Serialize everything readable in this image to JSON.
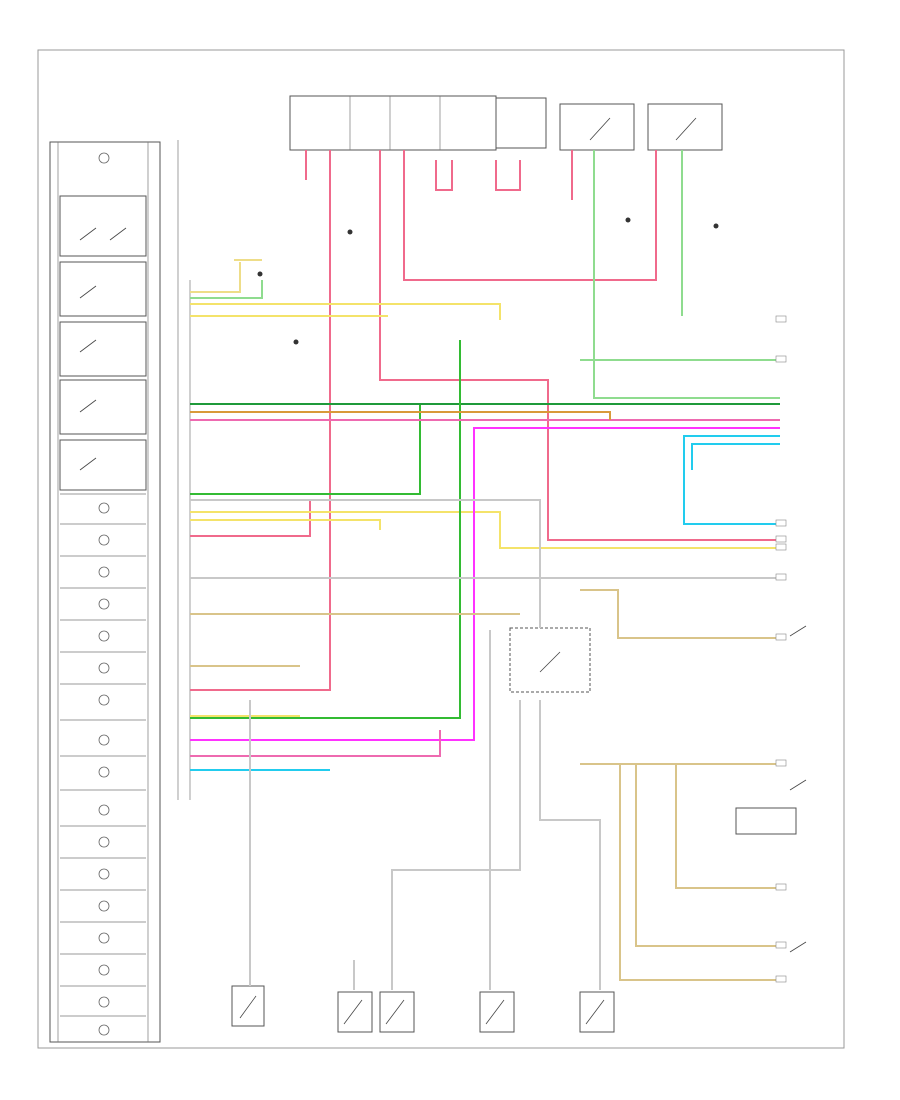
{
  "diagram": {
    "colors": {
      "red": "#f06a8c",
      "pink": "#ee6ab0",
      "yellow": "#f4e36a",
      "lightyellow": "#eedd88",
      "green": "#33bb33",
      "lightgreen": "#8fdc8f",
      "darkgreen": "#1f9a3a",
      "orange": "#d99a3a",
      "tan": "#d9c48a",
      "magenta": "#ff33ff",
      "cyan": "#22ccee",
      "gray": "#9a9a9a",
      "black": "#333333"
    },
    "wire_colors": [
      "red",
      "pink",
      "yellow",
      "lightyellow",
      "green",
      "lightgreen",
      "darkgreen",
      "orange",
      "tan",
      "magenta",
      "cyan",
      "gray",
      "black"
    ]
  }
}
